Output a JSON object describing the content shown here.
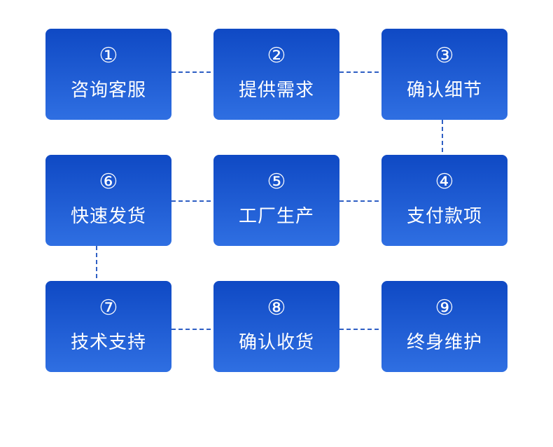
{
  "steps": [
    {
      "num": "①",
      "label": "咨询客服"
    },
    {
      "num": "②",
      "label": "提供需求"
    },
    {
      "num": "③",
      "label": "确认细节"
    },
    {
      "num": "④",
      "label": "支付款项"
    },
    {
      "num": "⑤",
      "label": "工厂生产"
    },
    {
      "num": "⑥",
      "label": "快速发货"
    },
    {
      "num": "⑦",
      "label": "技术支持"
    },
    {
      "num": "⑧",
      "label": "确认收货"
    },
    {
      "num": "⑨",
      "label": "终身维护"
    }
  ],
  "colors": {
    "box_top": "#0f49c4",
    "box_bottom": "#2f6fe2",
    "connector": "#2f5fc4",
    "text": "#ffffff",
    "background": "#ffffff"
  }
}
